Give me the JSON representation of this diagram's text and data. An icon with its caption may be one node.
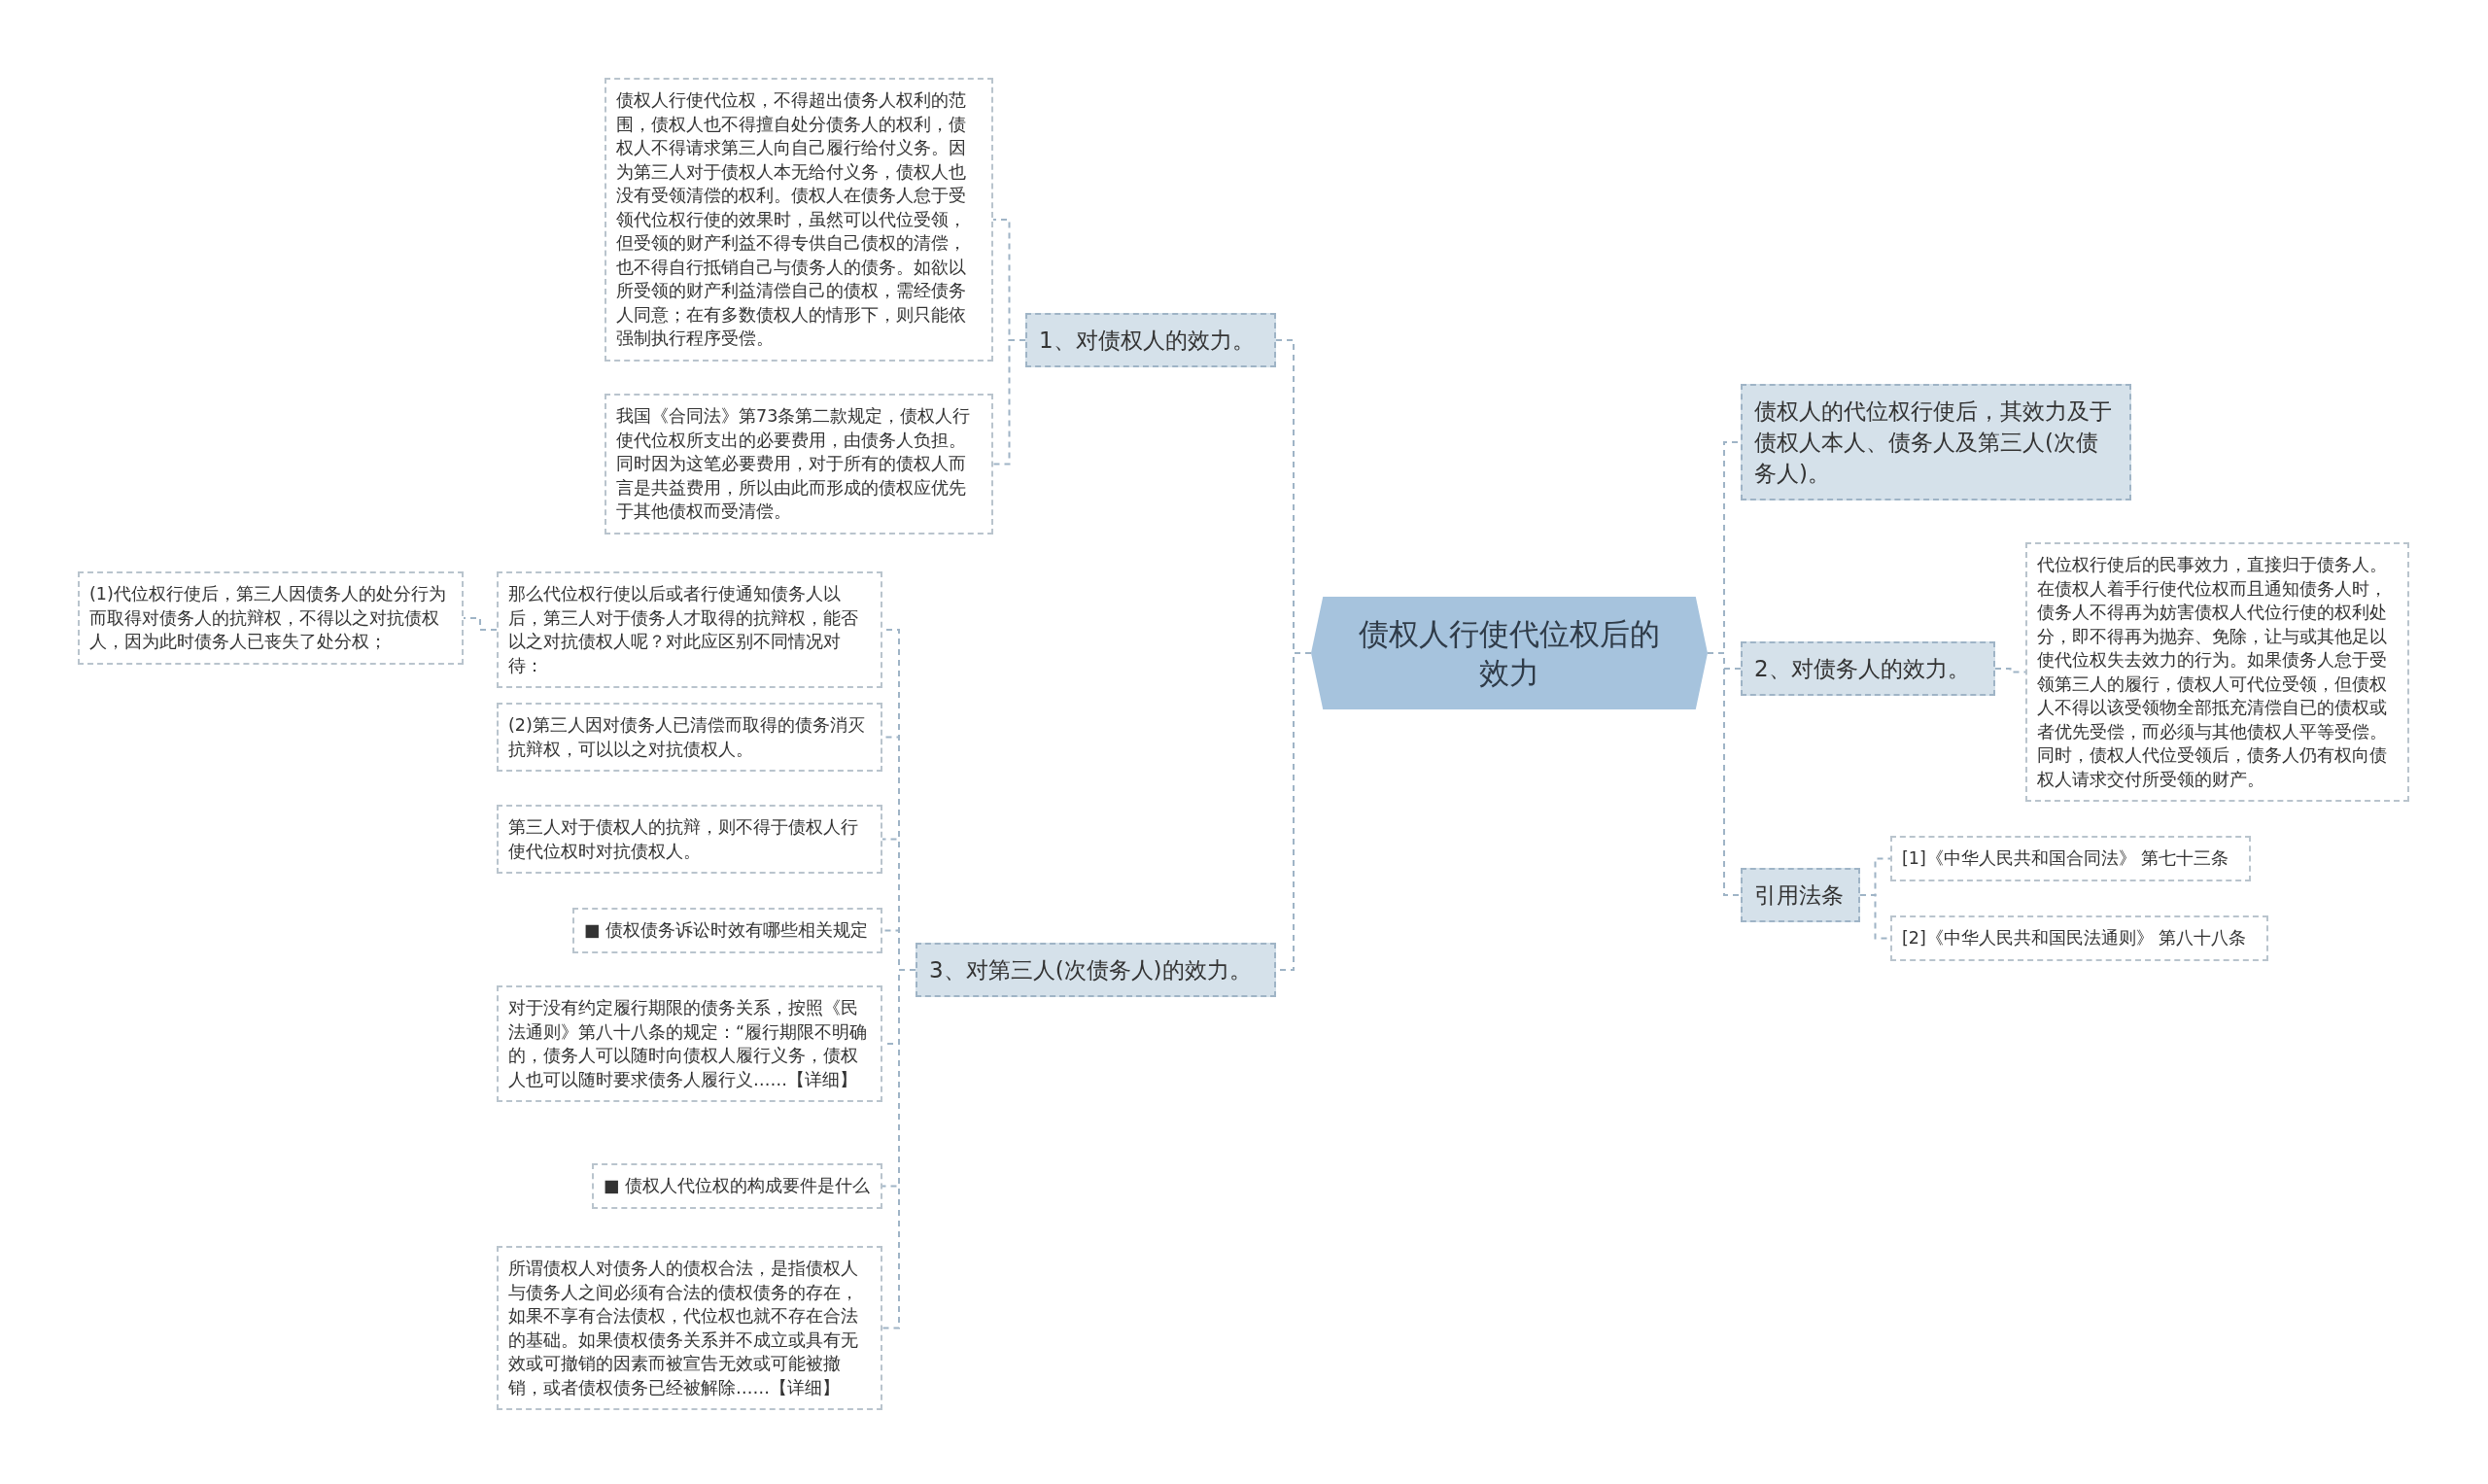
{
  "diagram": {
    "nodes": [
      {
        "text": [
          "债权人行使代位权后的效力"
        ]
      },
      {
        "text": [
          "1、对债权人的效力。"
        ]
      },
      {
        "text": [
          "债权人行使代位权，不得超出债务人权利的范围，债权人也不得擅自处分债务人的权利，债权人不得请求第三人向自己履行给付义务。因为第三人对于债权人本无给付义务，债权人也没有受领清偿的权利。债权人在债务人怠于受领代位权行使的效果时，虽然可以代位受领，但受领的财产利益不得专供自己债权的清偿，也不得自行抵销自己与债务人的债务。如欲以所受领的财产利益清偿自己的债权，需经债务人同意；在有多数债权人的情形下，则只能依强制执行程序受偿。"
        ]
      },
      {
        "text": [
          "我国《合同法》第73条第二款规定，债权人行使代位权所支出的必要费用，由债务人负担。同时因为这笔必要费用，对于所有的债权人而言是共益费用，所以由此而形成的债权应优先于其他债权而受清偿。"
        ]
      },
      {
        "text": [
          "3、对第三人(次债务人)的效力。"
        ]
      },
      {
        "text": [
          "那么代位权行使以后或者行使通知债务人以后，第三人对于债务人才取得的抗辩权，能否以之对抗债权人呢？对此应区别不同情况对待："
        ]
      },
      {
        "text": [
          "(1)代位权行使后，第三人因债务人的处分行为而取得对债务人的抗辩权，不得以之对抗债权人，因为此时债务人已丧失了处分权；"
        ]
      },
      {
        "text": [
          "(2)第三人因对债务人已清偿而取得的债务消灭抗辩权，可以以之对抗债权人。"
        ]
      },
      {
        "text": [
          "第三人对于债权人的抗辩，则不得于债权人行使代位权时对抗债权人。"
        ]
      },
      {
        "text": [
          "■ 债权债务诉讼时效有哪些相关规定"
        ]
      },
      {
        "text": [
          "对于没有约定履行期限的债务关系，按照《民法通则》第八十八条的规定：“履行期限不明确的，债务人可以随时向债权人履行义务，债权人也可以随时要求债务人履行义……【详细】"
        ]
      },
      {
        "text": [
          "■ 债权人代位权的构成要件是什么"
        ]
      },
      {
        "text": [
          "所谓债权人对债务人的债权合法，是指债权人与债务人之间必须有合法的债权债务的存在，如果不享有合法债权，代位权也就不存在合法的基础。如果债权债务关系并不成立或具有无效或可撤销的因素而被宣告无效或可能被撤销，或者债权债务已经被解除……【详细】"
        ]
      },
      {
        "text": [
          "债权人的代位权行使后，其效力及于债权人本人、债务人及第三人(次债务人)。"
        ]
      },
      {
        "text": [
          "2、对债务人的效力。"
        ]
      },
      {
        "text": [
          "代位权行使后的民事效力，直接归于债务人。在债权人着手行使代位权而且通知债务人时，债务人不得再为妨害债权人代位行使的权利处分，即不得再为抛弃、免除，让与或其他足以使代位权失去效力的行为。如果债务人怠于受领第三人的履行，债权人可代位受领，但债权人不得以该受领物全部抵充清偿自已的债权或者优先受偿，而必须与其他债权人平等受偿。同时，债权人代位受领后，债务人仍有权向债权人请求交付所受领的财产。"
        ]
      },
      {
        "text": [
          "引用法条"
        ]
      },
      {
        "text": [
          "[1]《中华人民共和国合同法》 第七十三条"
        ]
      },
      {
        "text": [
          "[2]《中华人民共和国民法通则》 第八十八条"
        ]
      }
    ],
    "edges": [
      {
        "from": 0,
        "to": 1,
        "arrow": "none"
      },
      {
        "from": 1,
        "to": 2,
        "arrow": "none"
      },
      {
        "from": 1,
        "to": 3,
        "arrow": "none"
      },
      {
        "from": 0,
        "to": 4,
        "arrow": "none"
      },
      {
        "from": 4,
        "to": 5,
        "arrow": "none"
      },
      {
        "from": 5,
        "to": 6,
        "arrow": "none"
      },
      {
        "from": 4,
        "to": 7,
        "arrow": "none"
      },
      {
        "from": 4,
        "to": 8,
        "arrow": "none"
      },
      {
        "from": 4,
        "to": 9,
        "arrow": "none"
      },
      {
        "from": 4,
        "to": 10,
        "arrow": "none"
      },
      {
        "from": 4,
        "to": 11,
        "arrow": "none"
      },
      {
        "from": 4,
        "to": 12,
        "arrow": "none"
      },
      {
        "from": 0,
        "to": 13,
        "arrow": "none"
      },
      {
        "from": 0,
        "to": 14,
        "arrow": "none"
      },
      {
        "from": 14,
        "to": 15,
        "arrow": "none"
      },
      {
        "from": 0,
        "to": 16,
        "arrow": "none"
      },
      {
        "from": 16,
        "to": 17,
        "arrow": "none"
      },
      {
        "from": 16,
        "to": 18,
        "arrow": "none"
      }
    ]
  }
}
